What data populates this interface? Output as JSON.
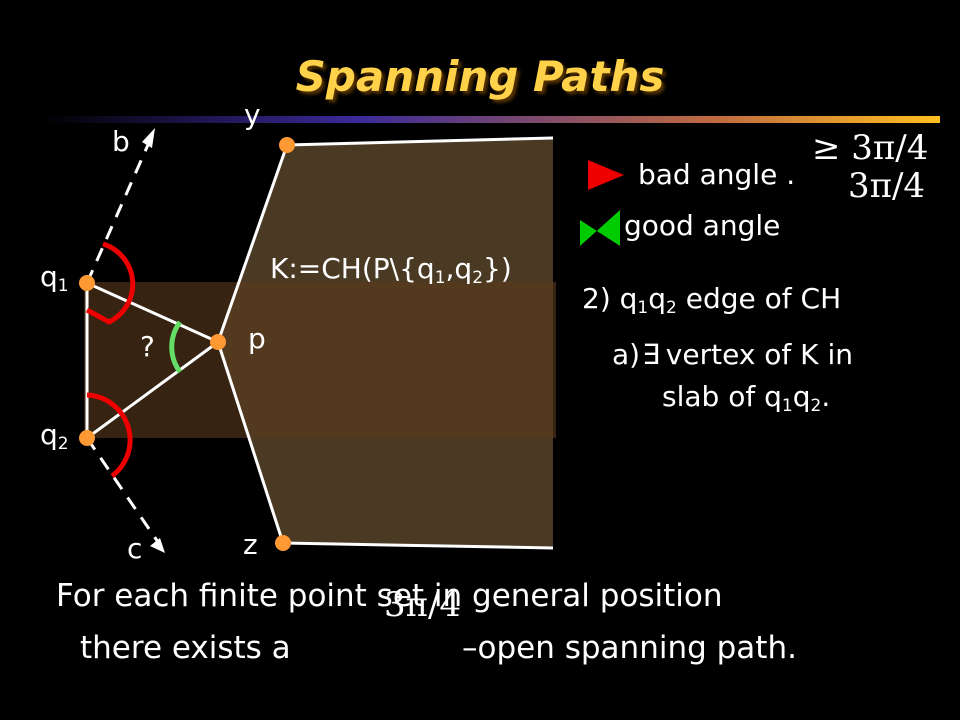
{
  "slide": {
    "title": "Spanning Paths",
    "math_ge": "≥ 3π/4",
    "math_lt": "3π/4",
    "math_bottom": "3π/4"
  },
  "legend": {
    "bad_label": "bad angle .",
    "good_label": "good angle",
    "bad_color": "#ee0000",
    "good_color": "#00cc00"
  },
  "labels": {
    "y": "y",
    "b": "b",
    "c": "c",
    "z": "z",
    "p": "p",
    "question": "?",
    "q": "q",
    "q1_sub": "1",
    "q2_sub": "2",
    "K_prefix": "K:=CH(P\\{q",
    "K_sub1": "1",
    "K_mid": ",q",
    "K_sub2": "2",
    "K_suffix": "})"
  },
  "notes": {
    "case2_prefix": "2) q",
    "case2_sub1": "1",
    "case2_mid": "q",
    "case2_sub2": "2",
    "case2_suffix": " edge of CH",
    "case_a_prefix": "a)",
    "exists_symbol": "∃",
    "case_a_text": "vertex of K in",
    "case_a_line2_prefix": "slab of q",
    "case_a_sub1": "1",
    "case_a_mid": "q",
    "case_a_sub2": "2",
    "case_a_suffix": "."
  },
  "footer": {
    "line1": "For each finite point set in general position",
    "line2_prefix": "there exists a",
    "line2_suffix": "–open spanning path."
  },
  "colors": {
    "title": "#ffd24a",
    "region": "#4a3a24",
    "vertex": "#ff9933",
    "edge": "#ffffff"
  }
}
